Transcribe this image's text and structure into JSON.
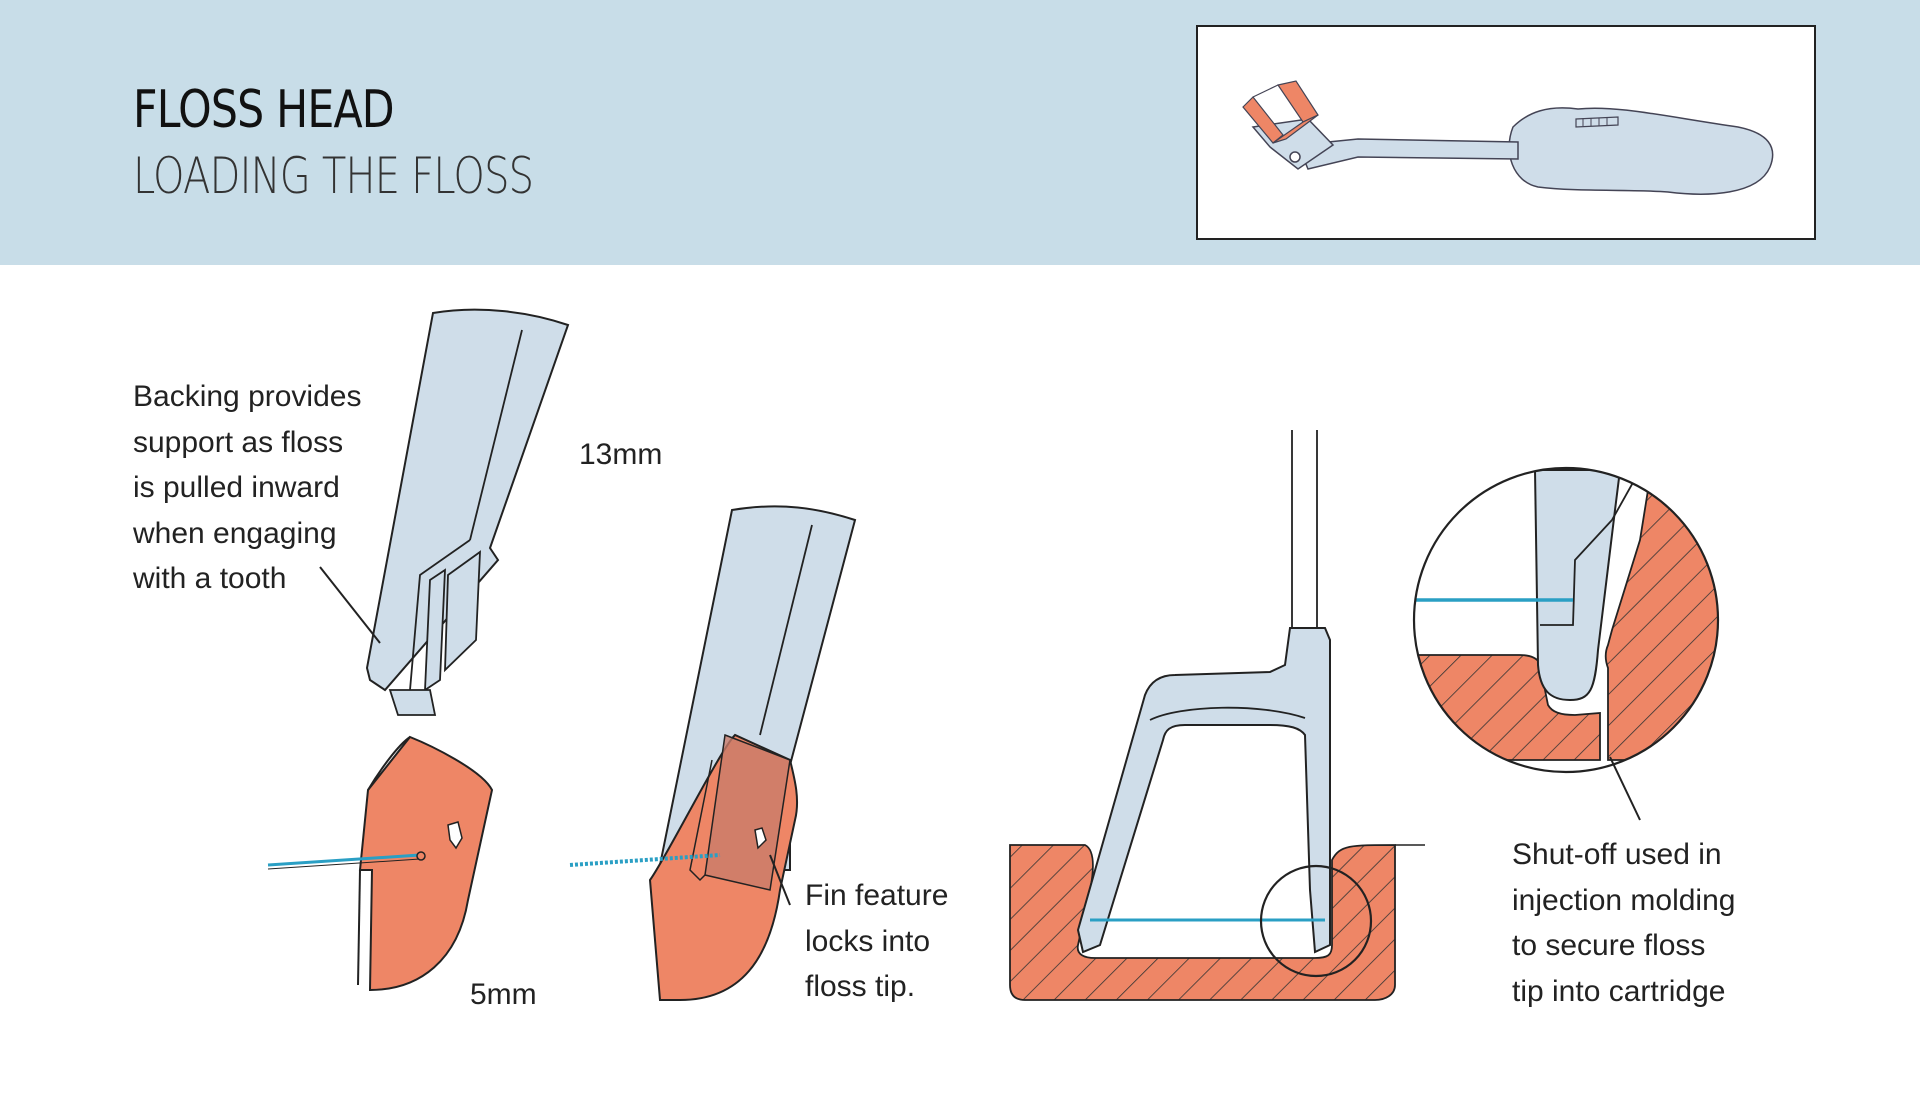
{
  "header": {
    "title": "FLOSS HEAD",
    "subtitle": "LOADING THE FLOSS"
  },
  "labels": {
    "backing": "Backing provides\nsupport as floss\nis pulled inward\nwhen engaging\nwith a tooth",
    "dim_13mm": "13mm",
    "dim_5mm": "5mm",
    "fin": "Fin feature\nlocks into\nfloss tip.",
    "shutoff": "Shut-off used in\ninjection molding\nto secure floss\ntip into cartridge"
  },
  "colors": {
    "header_bg": "#c8dde8",
    "part_blue": "#cfdde9",
    "floss_tip_orange": "#ee8666",
    "floss_line": "#2a9fc4",
    "outline": "#222222"
  }
}
